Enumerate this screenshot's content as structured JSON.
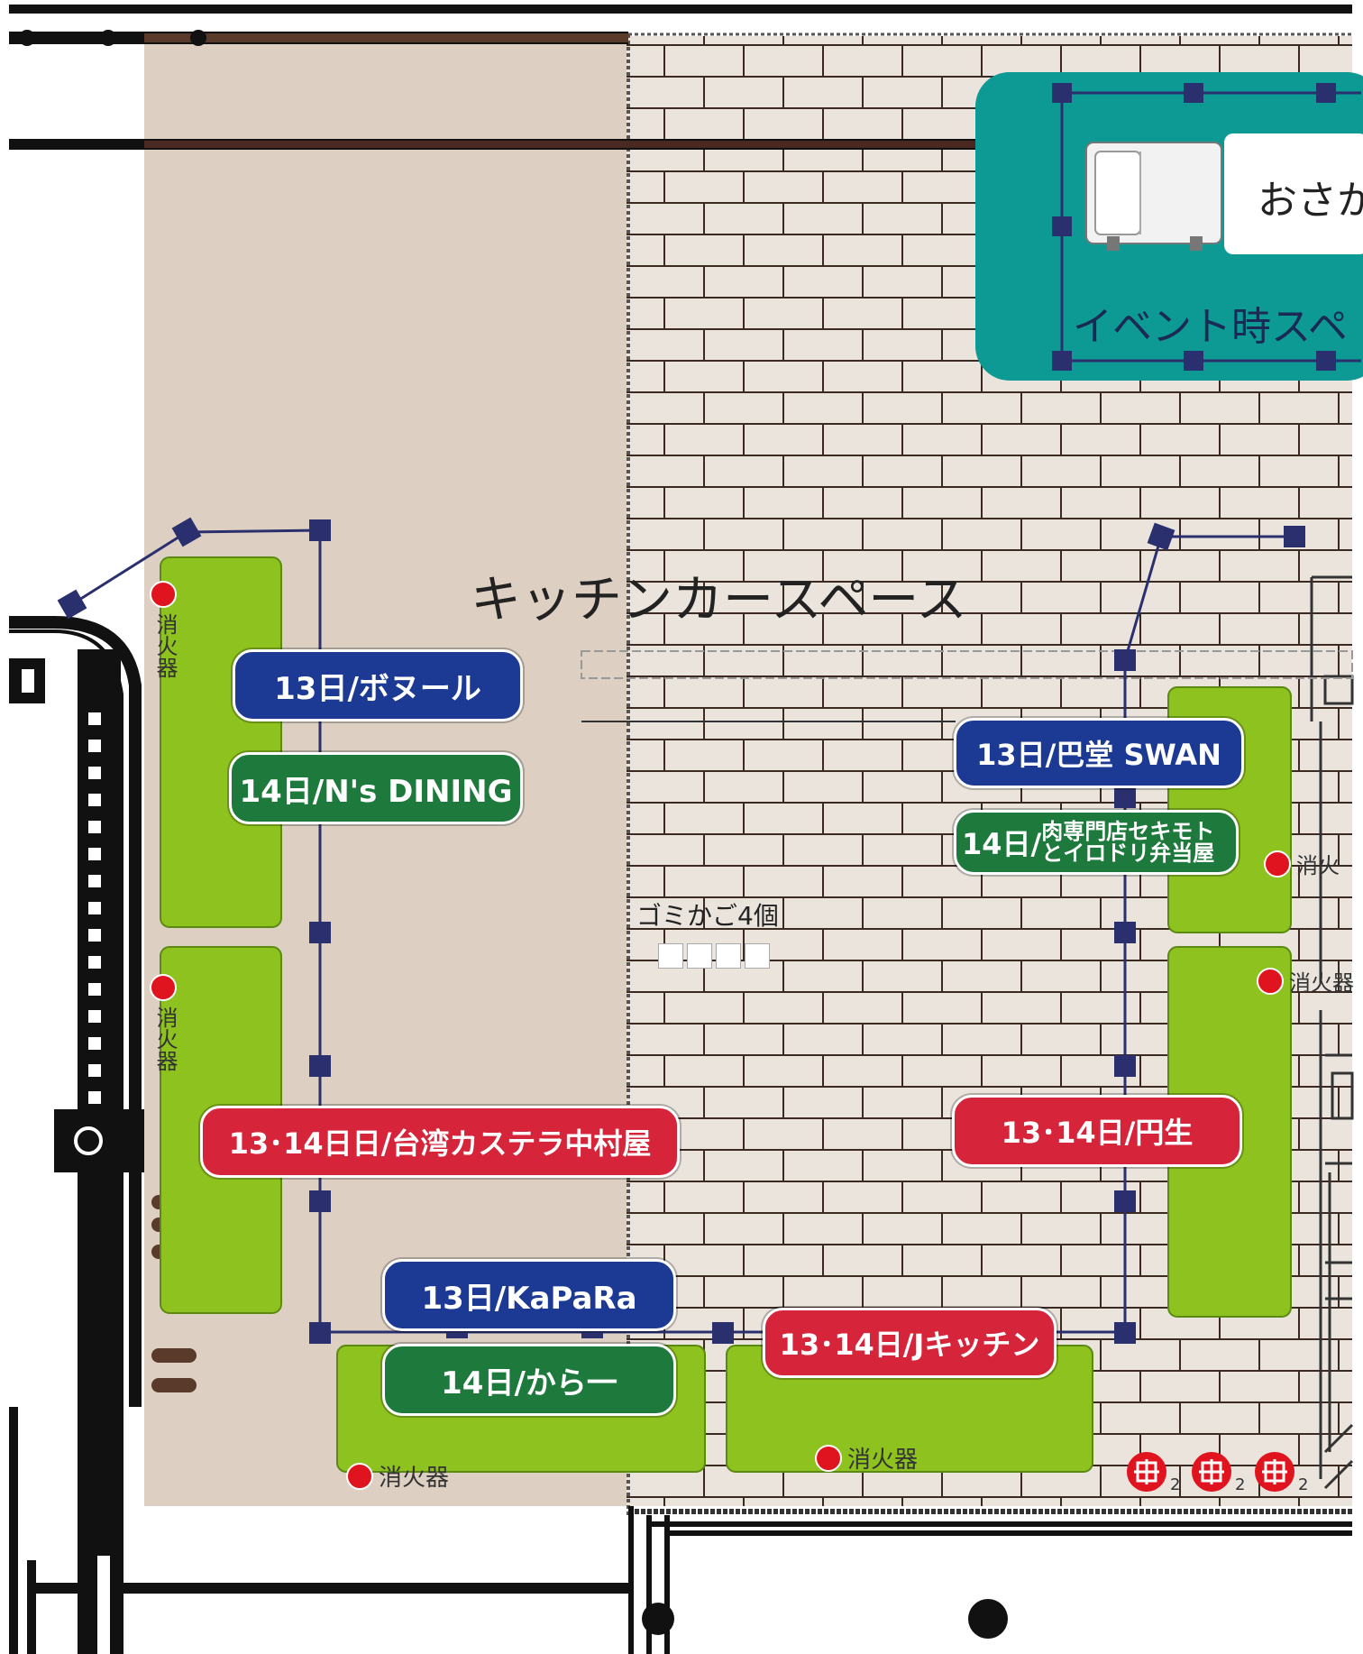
{
  "map": {
    "title_area": "キッチンカースペース",
    "truck_label_partial": "おさか",
    "event_space_partial": "イベント時スペ",
    "trash_label": "ゴミかご4個",
    "extinguisher_label": "消火器",
    "extinguisher_partial_1": "消火",
    "extinguisher_partial_2": "消火器",
    "manhole_sub": "2"
  },
  "vendors": [
    {
      "id": "bonnoir",
      "label": "13日/ボヌール",
      "type": "day13"
    },
    {
      "id": "ns_dining",
      "label": "14日/N's DINING",
      "type": "day14"
    },
    {
      "id": "taiwan",
      "label": "13･14日日/台湾カステラ中村屋",
      "type": "both"
    },
    {
      "id": "kapara",
      "label": "13日/KaPaRa",
      "type": "day13"
    },
    {
      "id": "kara",
      "label": "14日/から一",
      "type": "day14"
    },
    {
      "id": "jkitchen",
      "label": "13･14日/Jキッチン",
      "type": "both"
    },
    {
      "id": "swan",
      "label": "13日/巴堂 SWAN",
      "type": "day13"
    },
    {
      "id": "sekimoto",
      "label_main": "14日/",
      "label_line1": "肉専門店セキモト",
      "label_line2": "とイロドリ弁当屋",
      "type": "day14"
    },
    {
      "id": "ensei",
      "label": "13･14日/円生",
      "type": "both"
    }
  ],
  "colors": {
    "day13": "#1c3a94",
    "day14": "#1d7a3c",
    "both": "#d6243a",
    "booth": "#8dc21f",
    "teal": "#0d9a94",
    "sand": "#ddd0c3",
    "brick_fill": "#eae4dd",
    "brick_line": "#3a2a22",
    "rope": "#2a2f6e",
    "extinguisher": "#e0141e"
  }
}
